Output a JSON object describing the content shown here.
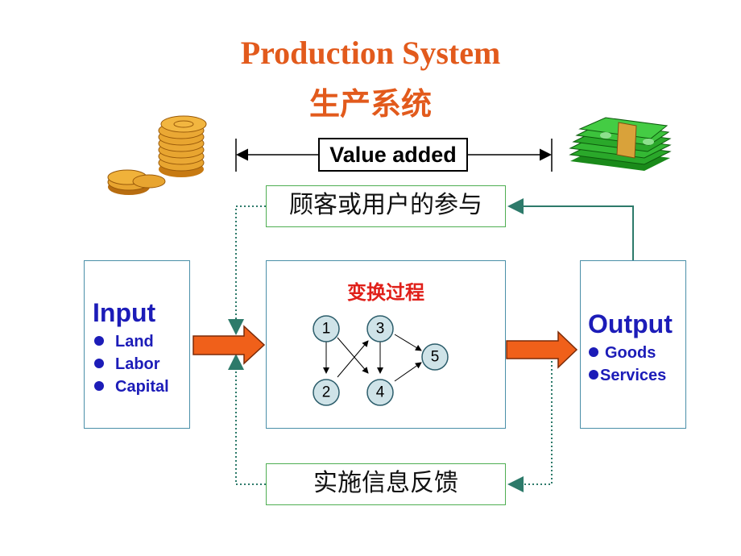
{
  "title": {
    "en": "Production System",
    "zh": "生产系统"
  },
  "value_added_label": "Value added",
  "participation_label": "顾客或用户的参与",
  "feedback_label": "实施信息反馈",
  "input": {
    "title": "Input",
    "items": [
      "Land",
      "Labor",
      "Capital"
    ]
  },
  "transform": {
    "title": "变换过程",
    "nodes": [
      "1",
      "2",
      "3",
      "4",
      "5"
    ]
  },
  "output": {
    "title": "Output",
    "items": [
      "Goods",
      "Services"
    ]
  },
  "colors": {
    "title": "#e25a1c",
    "blue_text": "#1c1cb8",
    "green_border": "#4fae52",
    "blue_border": "#4a8fa8",
    "arrow_fill": "#f0601a",
    "feedback_line": "#2d7a6a",
    "node_fill": "#cfe3e8"
  },
  "icons": {
    "left": "coin-stack-icon",
    "right": "money-bundle-icon"
  }
}
